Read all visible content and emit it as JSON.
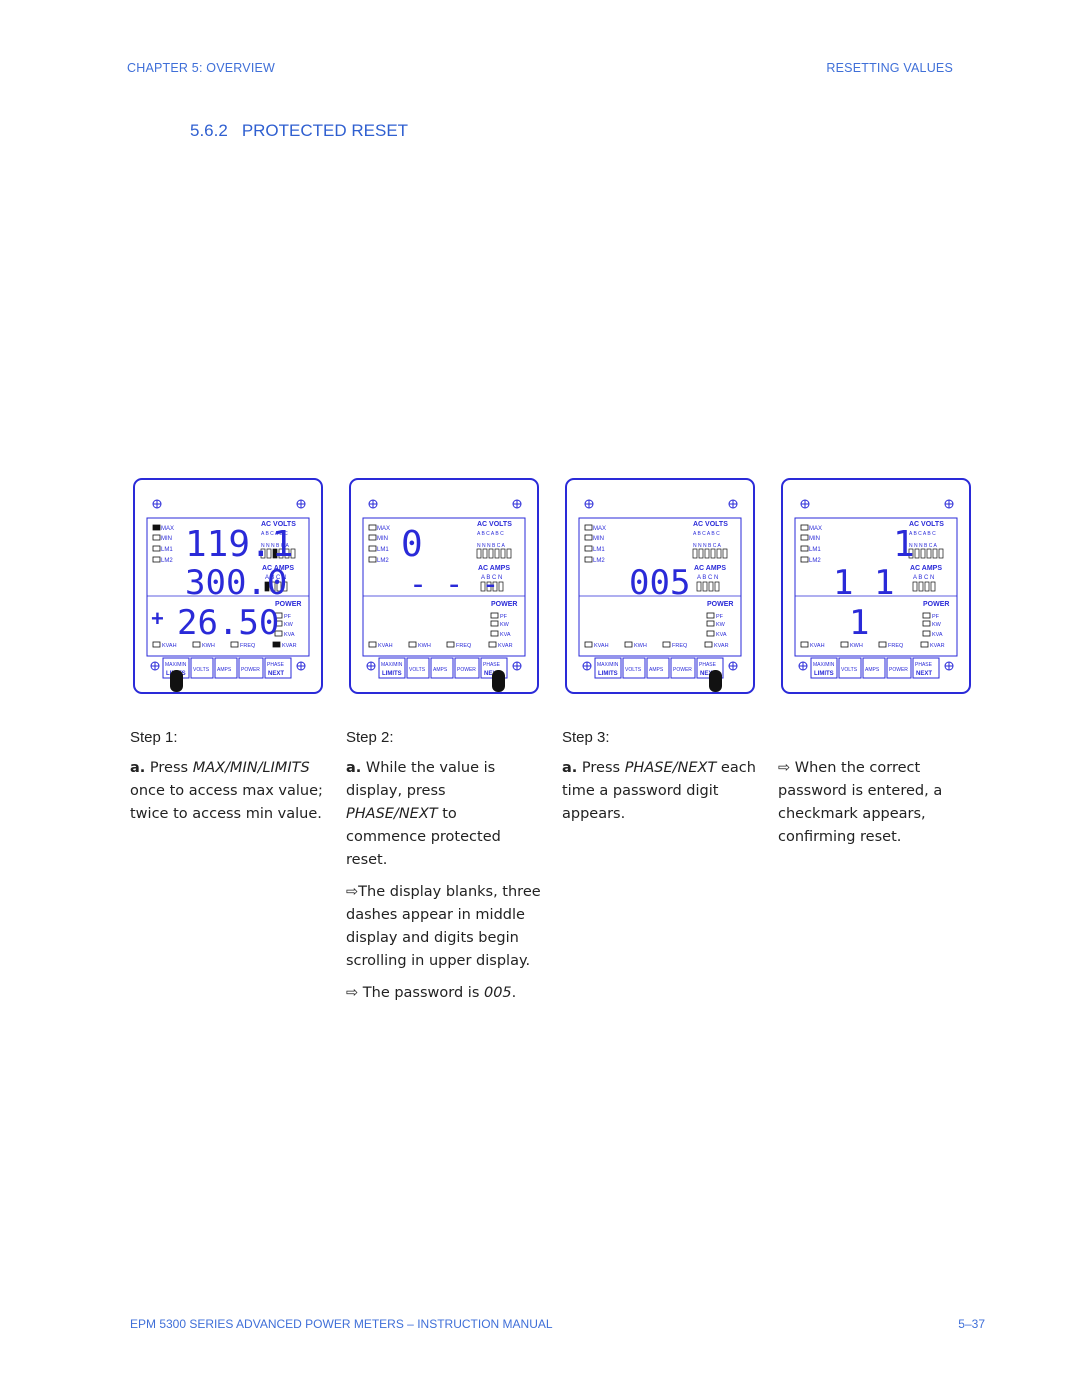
{
  "header": {
    "left": "CHAPTER 5: OVERVIEW",
    "right": "RESETTING VALUES"
  },
  "section": {
    "number": "5.6.2",
    "title": "PROTECTED RESET"
  },
  "meter_labels": {
    "max": "MAX",
    "min": "MIN",
    "lm1": "LM1",
    "lm2": "LM2",
    "ac_volts": "AC VOLTS",
    "volts_phases_top": "A B C A B C",
    "volts_phases_bottom": "N N N B C A",
    "ac_amps": "AC AMPS",
    "amps_phases": "A B C N",
    "power": "POWER",
    "pf": "PF",
    "kw": "KW",
    "kva": "KVA",
    "kvah": "KVAH",
    "kwh": "KWH",
    "freq": "FREQ",
    "kvar": "KVAR",
    "btn_maxmin": "MAX/MIN",
    "btn_limits": "LIMITS",
    "btn_volts": "VOLTS",
    "btn_amps": "AMPS",
    "btn_power": "POWER",
    "btn_phase": "PHASE",
    "btn_next": "NEXT"
  },
  "meters": [
    {
      "top": "119.1",
      "mid": "300.0",
      "bot": "26.50",
      "plus": true
    },
    {
      "top": "0",
      "mid": "- - -",
      "bot": "",
      "plus": false
    },
    {
      "top": "",
      "mid": "005",
      "bot": "",
      "plus": false
    },
    {
      "top": "1",
      "mid": "1  1",
      "bot": "1",
      "plus": false
    }
  ],
  "steps": [
    {
      "title": "Step 1:",
      "p1_a": "a.",
      "p1_b": " Press ",
      "p1_c": "MAX/MIN/LIMITS",
      "p1_d": " once to access max value; twice to access min value."
    },
    {
      "title": "Step 2:",
      "p1_a": "a.",
      "p1_b": " While the value is display, press ",
      "p1_c": "PHASE/NEXT",
      "p1_d": " to commence protected reset.",
      "p2": "The display blanks, three dashes appear in middle display and digits begin scrolling in upper display.",
      "p3_a": " The password is ",
      "p3_b": "005",
      "p3_c": "."
    },
    {
      "title": "Step 3:",
      "p1_a": "a.",
      "p1_b": " Press ",
      "p1_c": "PHASE/NEXT",
      "p1_d": " each time a password digit appears."
    },
    {
      "p1": " When the correct password is entered, a checkmark appears, confirming reset."
    }
  ],
  "arrow_glyph": "⇨",
  "footer": {
    "left": "EPM 5300 SERIES ADVANCED POWER METERS – INSTRUCTION MANUAL",
    "right": "5–37"
  }
}
